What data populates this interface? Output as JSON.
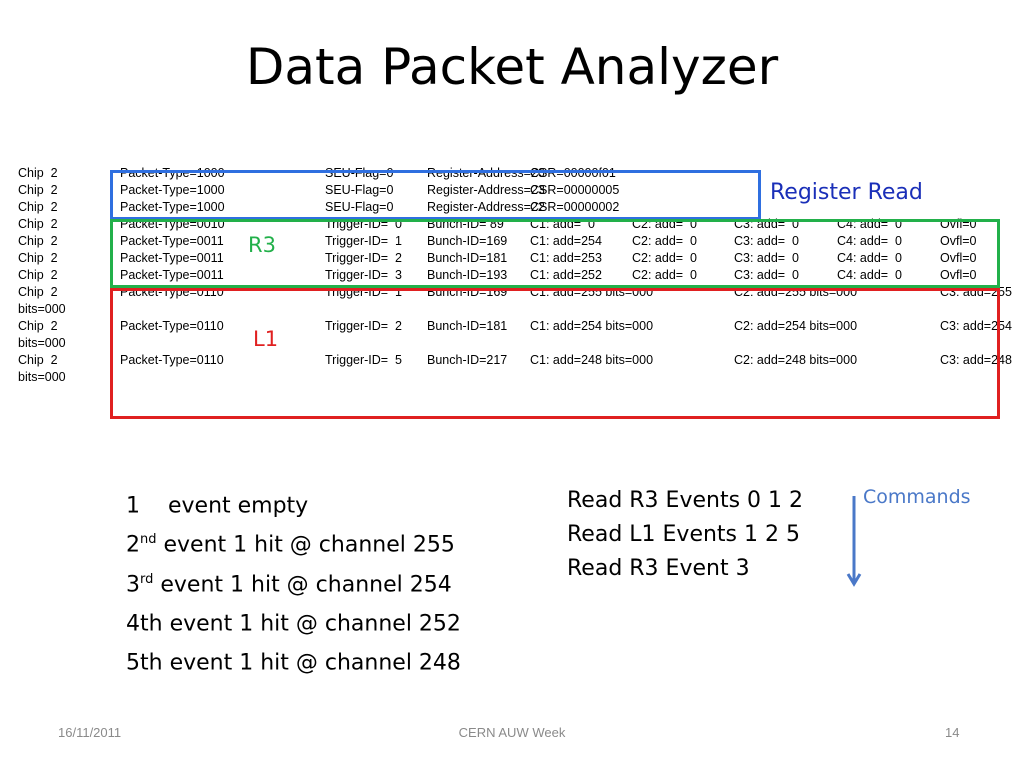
{
  "title": "Data Packet Analyzer",
  "log_rows": [
    [
      "Chip  2",
      "Packet-Type=1000",
      "SEU-Flag=0",
      "Register-Address=20",
      "CSR=00000f01",
      "",
      "",
      "",
      ""
    ],
    [
      "Chip  2",
      "Packet-Type=1000",
      "SEU-Flag=0",
      "Register-Address=23",
      "CSR=00000005",
      "",
      "",
      "",
      ""
    ],
    [
      "Chip  2",
      "Packet-Type=1000",
      "SEU-Flag=0",
      "Register-Address=22",
      "CSR=00000002",
      "",
      "",
      "",
      ""
    ],
    [
      "Chip  2",
      "Packet-Type=0010",
      "Trigger-ID=  0",
      "Bunch-ID= 89",
      "C1: add=  0",
      "C2: add=  0",
      "C3: add=  0",
      "C4: add=  0",
      "Ovfl=0"
    ],
    [
      "Chip  2",
      "Packet-Type=0011",
      "Trigger-ID=  1",
      "Bunch-ID=169",
      "C1: add=254",
      "C2: add=  0",
      "C3: add=  0",
      "C4: add=  0",
      "Ovfl=0"
    ],
    [
      "Chip  2",
      "Packet-Type=0011",
      "Trigger-ID=  2",
      "Bunch-ID=181",
      "C1: add=253",
      "C2: add=  0",
      "C3: add=  0",
      "C4: add=  0",
      "Ovfl=0"
    ],
    [
      "Chip  2",
      "Packet-Type=0011",
      "Trigger-ID=  3",
      "Bunch-ID=193",
      "C1: add=252",
      "C2: add=  0",
      "C3: add=  0",
      "C4: add=  0",
      "Ovfl=0"
    ],
    [
      "Chip  2",
      "Packet-Type=0110",
      "Trigger-ID=  1",
      "Bunch-ID=169",
      "C1: add=255 bits=000",
      "",
      "C2: add=255 bits=000",
      "",
      "C3: add=255"
    ],
    [
      "bits=000",
      "",
      "",
      "",
      "",
      "",
      "",
      "",
      ""
    ],
    [
      "Chip  2",
      "Packet-Type=0110",
      "Trigger-ID=  2",
      "Bunch-ID=181",
      "C1: add=254 bits=000",
      "",
      "C2: add=254 bits=000",
      "",
      "C3: add=254"
    ],
    [
      "bits=000",
      "",
      "",
      "",
      "",
      "",
      "",
      "",
      ""
    ],
    [
      "Chip  2",
      "Packet-Type=0110",
      "Trigger-ID=  5",
      "Bunch-ID=217",
      "C1: add=248 bits=000",
      "",
      "C2: add=248 bits=000",
      "",
      "C3: add=248"
    ],
    [
      "bits=000",
      "",
      "",
      "",
      "",
      "",
      "",
      "",
      ""
    ]
  ],
  "annotations": {
    "register_read": "Register Read",
    "r3": "R3",
    "l1": "L1",
    "commands_label": "Commands",
    "box_colors": {
      "register_read": "#2f6fe0",
      "r3": "#22b04a",
      "l1": "#e02020"
    }
  },
  "events": [
    {
      "prefix": "1",
      "sup": "",
      "text": "    event empty"
    },
    {
      "prefix": "2",
      "sup": "nd",
      "text": " event 1 hit @ channel 255"
    },
    {
      "prefix": "3",
      "sup": "rd",
      "text": " event 1 hit @ channel 254"
    },
    {
      "prefix": "4th",
      "sup": "",
      "text": " event 1 hit @ channel 252"
    },
    {
      "prefix": "5th",
      "sup": "",
      "text": " event 1 hit @ channel 248"
    }
  ],
  "commands": [
    "Read R3 Events 0 1 2",
    "Read L1 Events 1 2 5",
    "Read R3 Event 3"
  ],
  "footer": {
    "date": "16/11/2011",
    "center": "CERN AUW Week",
    "page": "14"
  }
}
